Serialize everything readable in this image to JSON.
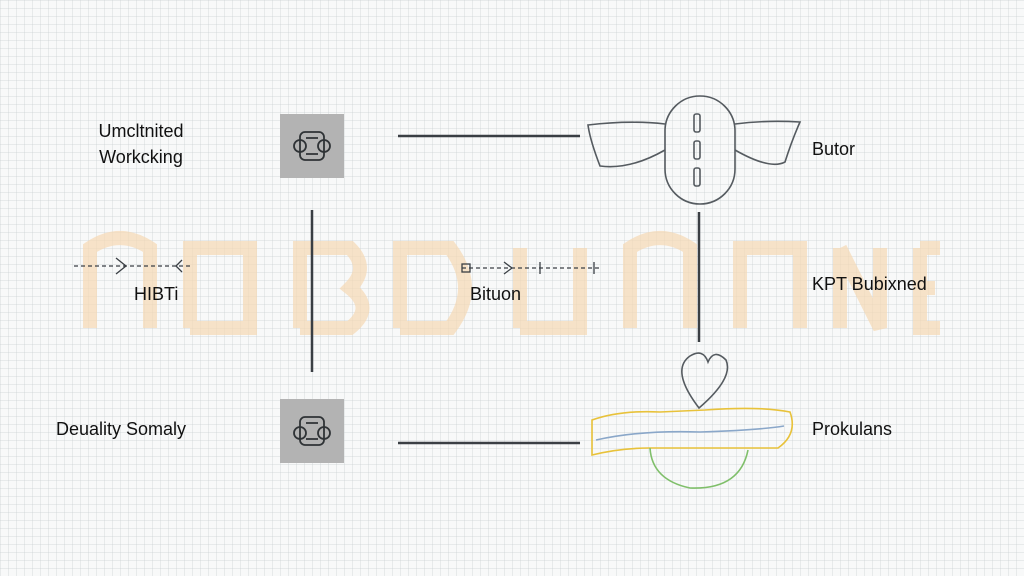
{
  "labels": {
    "top_left_line1": "Umcltnited",
    "top_left_line2": "Workcking",
    "mid_left": "HIBTi",
    "mid_center": "Bituon",
    "bottom_left": "Deuality Somaly",
    "top_right": "Butor",
    "mid_right": "KPT Bubixned",
    "bottom_right": "Prokulans"
  },
  "icons": {
    "top_box": "gear-cluster-icon",
    "bottom_box": "gear-cluster-icon",
    "top_right_shape": "winged-capsule-icon",
    "bottom_right_shape": "loop-boat-icon",
    "left_arrow": "dashed-arrow-icon",
    "center_arrow": "dashed-arrow-icon"
  },
  "colors": {
    "line": "#3a3f44",
    "box": "#b3b3b3",
    "boat_yellow": "#e8c23a",
    "boat_green": "#7fbf6a",
    "watermark": "#f6d9b4"
  }
}
